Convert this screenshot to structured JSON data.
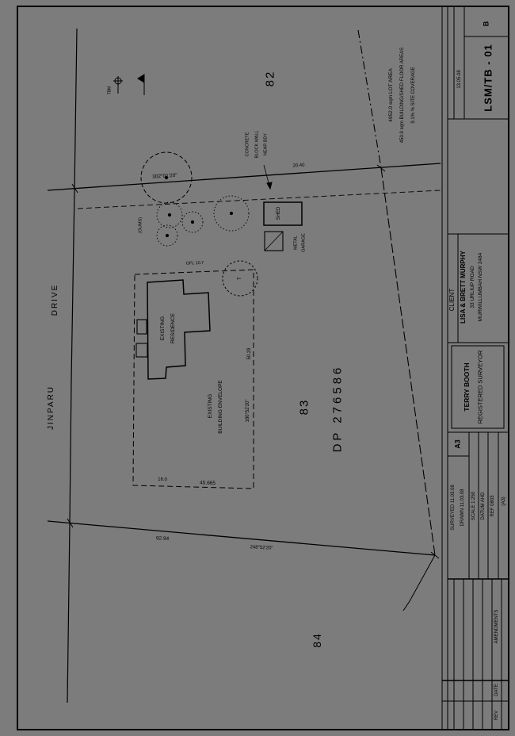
{
  "page": {
    "bg": "#7c7c7c",
    "ink": "#000000"
  },
  "title_block": {
    "revision": "B",
    "drawing_no": "LSM/TB - 01",
    "date": "13.05.08",
    "client_label": "CLIENT",
    "client_name": "LISA & BRETT MURPHY",
    "client_address1": "33 URLIUP ROAD",
    "client_address2": "MURWILLUMBAH NSW 2484",
    "surveyor_name": "TERRY BOOTH",
    "surveyor_title": "REGISTERED SURVEYOR",
    "sheet_size": "A3",
    "row_surveyed": "SURVEYED  11.03.08",
    "row_drawn": "DRAWN  11.03.08",
    "row_scale": "SCALE  1:250",
    "row_datum": "DATUM  AHD",
    "row_ref": "REF  0803",
    "row_sheet": "(A3)",
    "amendments_label": "AMENDMENTS",
    "amend_date_label": "DATE",
    "amend_rev_label": "REV"
  },
  "plan": {
    "street_name": "JINPARU",
    "street_type": "DRIVE",
    "lot_82": "82",
    "lot_83": "83",
    "lot_84": "84",
    "plan_no": "DP 276586",
    "stats": [
      {
        "label": "LOT AREA",
        "value": "4952.0 sqm"
      },
      {
        "label": "BUILDING/SHED FLOOR AREAS",
        "value": "450.9 sqm"
      },
      {
        "label": "% SITE COVERAGE",
        "value": "9.1%"
      }
    ],
    "stat1": "4952.0 sqm      LOT AREA",
    "stat2": "450.9 sqm      BUILDING/SHED FLOOR AREAS",
    "stat3": "9.1%      % SITE COVERAGE",
    "residence_line1": "EXISTING",
    "residence_line2": "RESIDENCE",
    "envelope_line1": "EXISTING",
    "envelope_line2": "BUILDING ENVELOPE",
    "shed_label": "SHED",
    "garage_line1": "METAL",
    "garage_line2": "GARAGE",
    "trees_label": "(GUMS)",
    "tank_label": "T",
    "gfl_label": "GFL 10.7",
    "tbm_label": "TBM",
    "note_line1": "CONCRETE",
    "note_line2": "BLOCK WALL",
    "note_line3": "NEAR BDY",
    "dims": {
      "top_bearing": "302°01'20\"",
      "top_dist": "20.40",
      "bottom_bearing": "248°52'20\"",
      "bottom_dist": "92.94",
      "env_left": "16.0",
      "env_bottom": "45.665",
      "env_right_dist": "50.29",
      "env_right_bearing": "180°52'20\""
    }
  }
}
